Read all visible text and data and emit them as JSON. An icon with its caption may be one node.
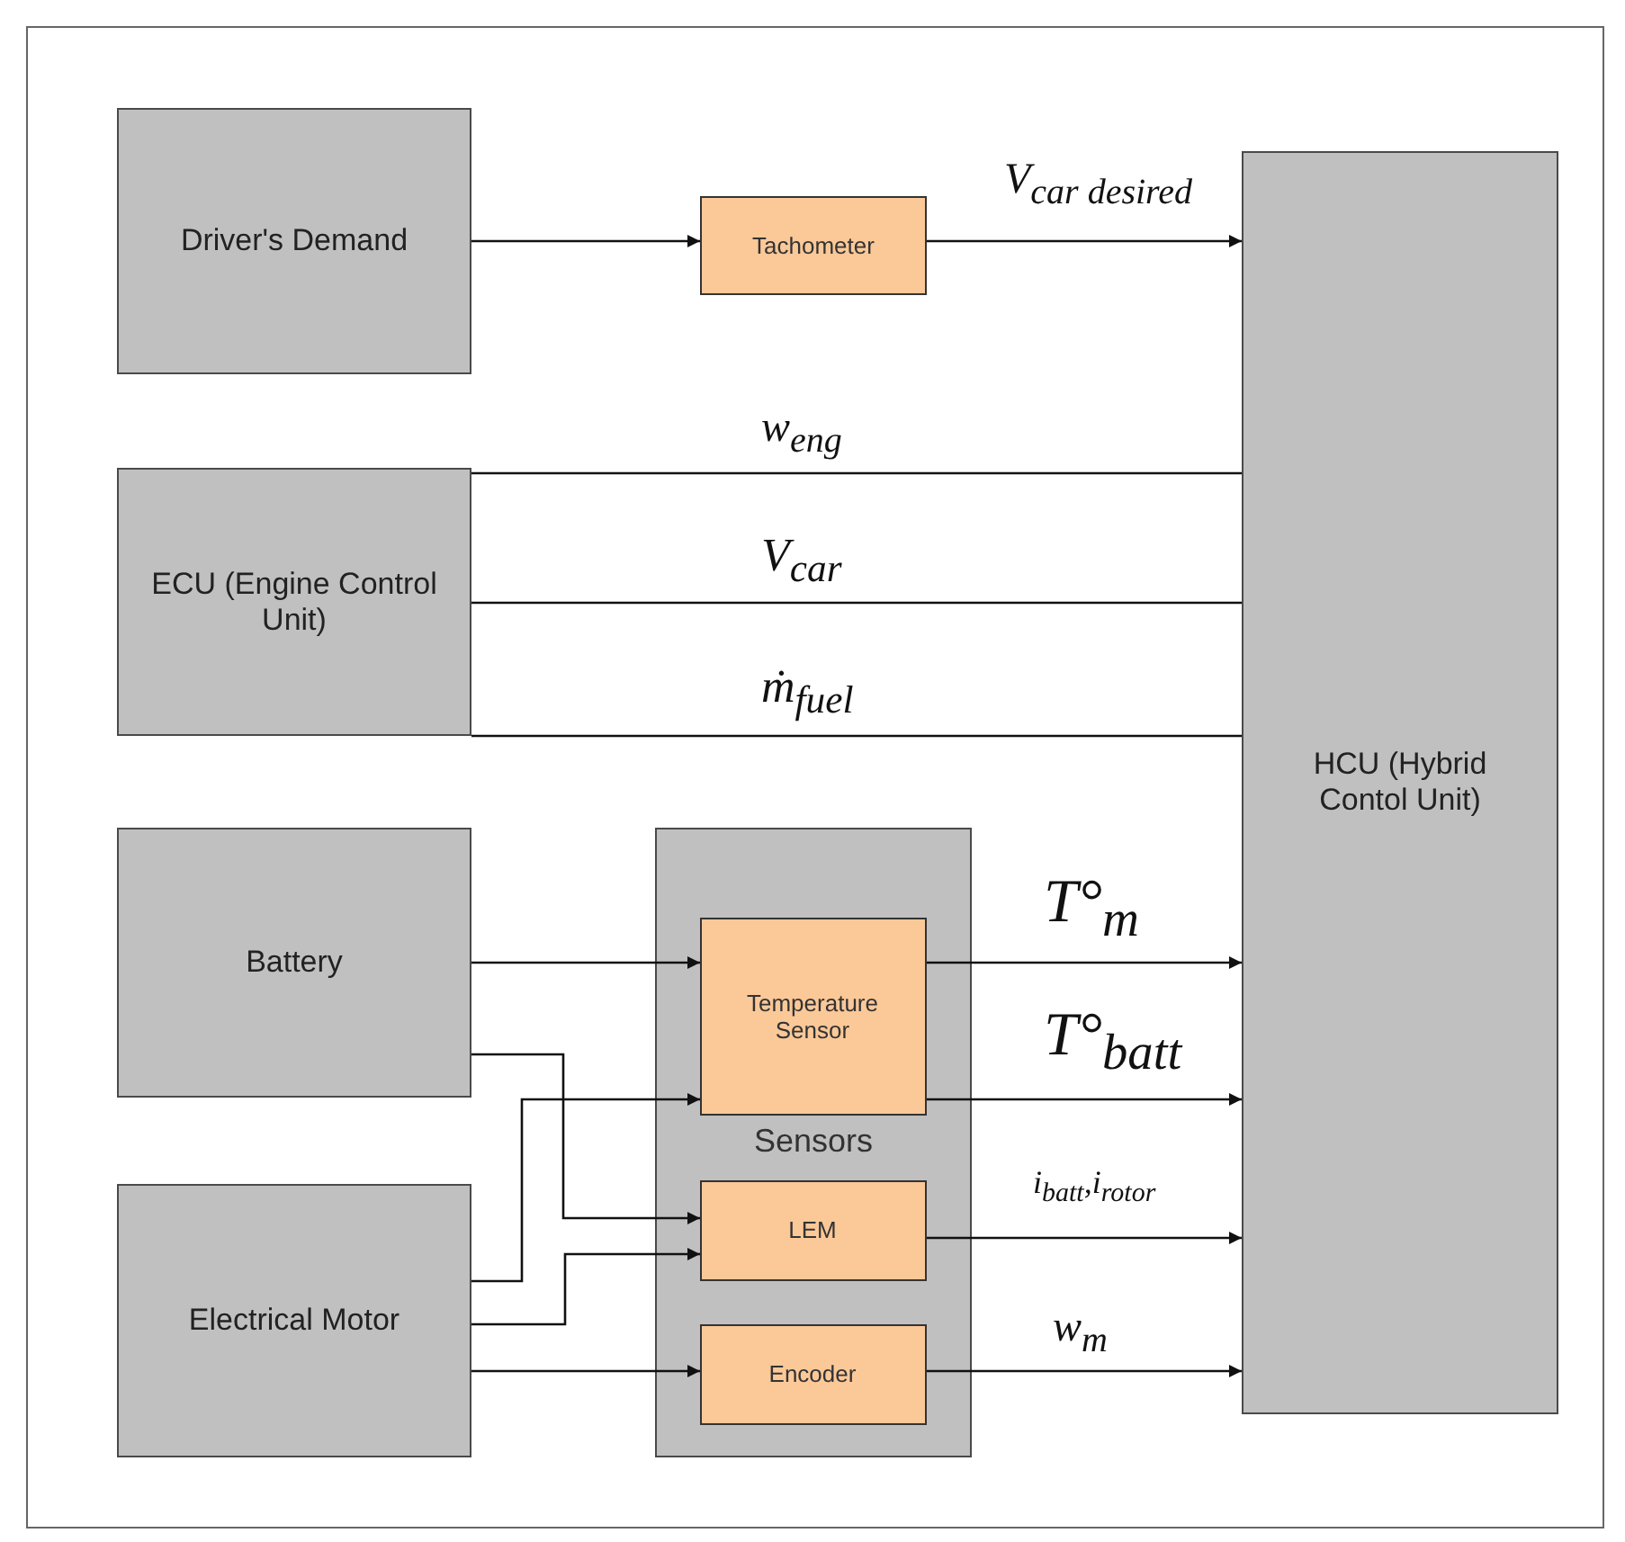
{
  "diagram": {
    "nodes": [
      {
        "text": [
          "Driver's Demand"
        ]
      },
      {
        "text": [
          "Tachometer"
        ]
      },
      {
        "text": [
          "HCU (Hybrid Contol Unit)"
        ]
      },
      {
        "text": [
          "ECU (Engine Control Unit)"
        ]
      },
      {
        "text": [
          "Battery"
        ]
      },
      {
        "text": [
          "Electrical Motor"
        ]
      },
      {
        "text": [
          "Sensors"
        ]
      },
      {
        "text": [
          "Temperature Sensor"
        ],
        "in": 6
      },
      {
        "text": [
          "LEM"
        ],
        "in": 6
      },
      {
        "text": [
          "Encoder"
        ],
        "in": 6
      }
    ],
    "edges": [
      {
        "from": 0,
        "to": 1,
        "arrow": "to"
      },
      {
        "from": 1,
        "to": 2,
        "arrow": "to",
        "label": "V$_{car desired}$"
      },
      {
        "from": 3,
        "to": 2,
        "arrow": "none",
        "label": "w$_{eng}$"
      },
      {
        "from": 3,
        "to": 2,
        "arrow": "none",
        "label": "V$_{car}$"
      },
      {
        "from": 3,
        "to": 2,
        "arrow": "none",
        "label": "ṁ$_{fuel}$"
      },
      {
        "from": 4,
        "to": 7,
        "arrow": "to"
      },
      {
        "from": 4,
        "to": 8,
        "arrow": "to"
      },
      {
        "from": 5,
        "to": 7,
        "arrow": "to"
      },
      {
        "from": 5,
        "to": 8,
        "arrow": "to"
      },
      {
        "from": 5,
        "to": 9,
        "arrow": "to"
      },
      {
        "from": 7,
        "to": 2,
        "arrow": "to",
        "label": "T°$_{m}$"
      },
      {
        "from": 7,
        "to": 2,
        "arrow": "to",
        "label": "T°$_{batt}$"
      },
      {
        "from": 8,
        "to": 2,
        "arrow": "to",
        "label": "i$_{batt}$,i$_{rotor}$"
      },
      {
        "from": 9,
        "to": 2,
        "arrow": "to",
        "label": "w$_{m}$"
      }
    ]
  }
}
